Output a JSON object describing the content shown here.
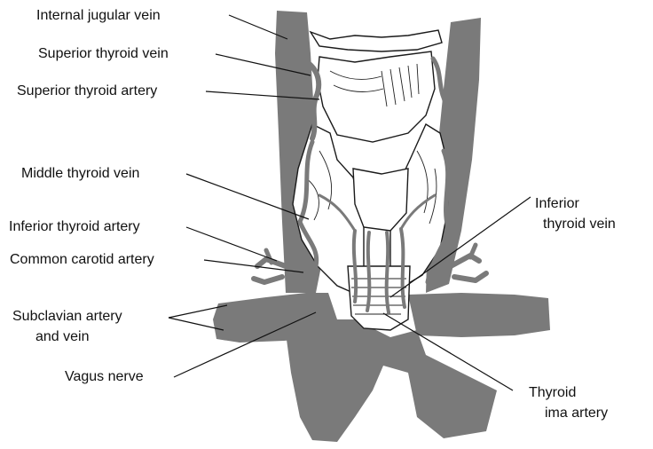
{
  "labels": {
    "internal_jugular_vein": "Internal jugular vein",
    "superior_thyroid_vein": "Superior thyroid vein",
    "superior_thyroid_artery": "Superior thyroid artery",
    "middle_thyroid_vein": "Middle thyroid vein",
    "inferior_thyroid_artery": "Inferior thyroid artery",
    "common_carotid_artery": "Common carotid artery",
    "subclavian_artery_and_vein_line1": "Subclavian artery",
    "subclavian_artery_and_vein_line2": "and vein",
    "vagus_nerve": "Vagus nerve",
    "inferior_thyroid_vein_line1": "Inferior",
    "inferior_thyroid_vein_line2": "thyroid vein",
    "thyroid_ima_artery_line1": "Thyroid",
    "thyroid_ima_artery_line2": "ima artery"
  },
  "colors": {
    "vessels": "#7a7a7a",
    "outline": "#1a1a1a",
    "text": "#111111",
    "background": "#ffffff"
  }
}
